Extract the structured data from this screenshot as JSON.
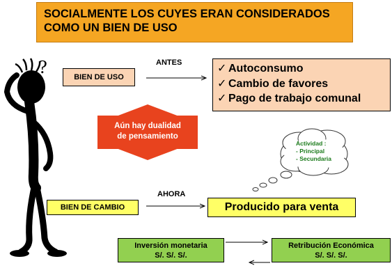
{
  "title": {
    "line1": "SOCIALMENTE LOS CUYES ERAN CONSIDERADOS",
    "line2": "COMO UN BIEN DE USO"
  },
  "figure": {
    "question_mark": "?"
  },
  "bien_de_uso": "BIEN DE USO",
  "antes": "ANTES",
  "antes_list": [
    "Autoconsumo",
    "Cambio de favores",
    "Pago de trabajo comunal"
  ],
  "check_glyph": "✓",
  "duality": {
    "line1": "Aún hay dualidad",
    "line2": "de pensamiento"
  },
  "thought": {
    "title": "Actividad :",
    "items": [
      "- Principal",
      "- Secundaria"
    ]
  },
  "ahora": "AHORA",
  "bien_de_cambio": "BIEN DE CAMBIO",
  "producido": "Producido para venta",
  "inversion": {
    "line1": "Inversión monetaria",
    "line2": "S/. S/. S/."
  },
  "retribucion": {
    "line1": "Retribución Económica",
    "line2": "S/. S/. S/."
  },
  "colors": {
    "title_bg": "#f5a623",
    "peach": "#fbd4b4",
    "yellow": "#ffff66",
    "green": "#92d050",
    "arrow_red": "#e8431e",
    "thought_text": "#1a7a1a"
  }
}
